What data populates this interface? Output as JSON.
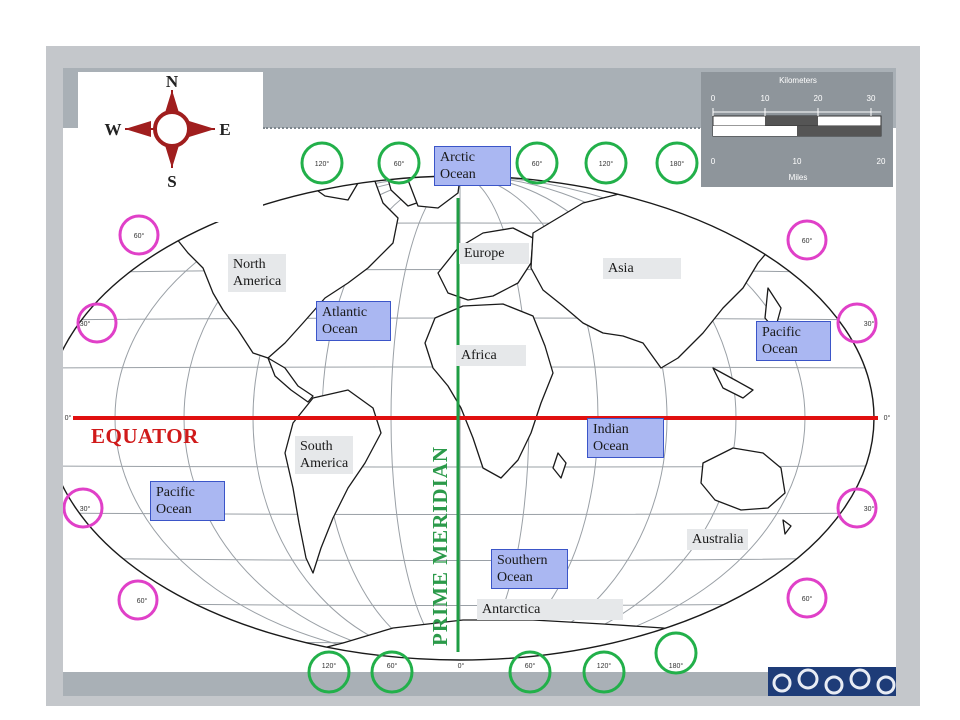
{
  "compass": {
    "north": "N",
    "south": "S",
    "east": "E",
    "west": "W"
  },
  "scale": {
    "km_title": "Kilometers",
    "km_ticks": [
      "0",
      "10",
      "20",
      "30"
    ],
    "mi_title": "Miles",
    "mi_ticks": [
      "0",
      "10",
      "20"
    ]
  },
  "lines": {
    "equator": "EQUATOR",
    "prime_meridian": "PRIME MERIDIAN"
  },
  "continents": {
    "north_america": [
      "North",
      "America"
    ],
    "south_america": [
      "South",
      "America"
    ],
    "europe": "Europe",
    "asia": "Asia",
    "africa": "Africa",
    "australia": "Australia",
    "antarctica": "Antarctica"
  },
  "oceans": {
    "arctic": [
      "Arctic",
      "Ocean"
    ],
    "atlantic": [
      "Atlantic",
      "Ocean"
    ],
    "pacific_east": [
      "Pacific",
      "Ocean"
    ],
    "pacific_west": [
      "Pacific",
      "Ocean"
    ],
    "indian": [
      "Indian",
      "Ocean"
    ],
    "southern": [
      "Southern",
      "Ocean"
    ]
  },
  "longitude_top": [
    "120°",
    "60°",
    "60°",
    "120°",
    "180°"
  ],
  "longitude_bottom": [
    "120°",
    "60°",
    "0°",
    "60°",
    "120°",
    "180°"
  ],
  "latitude_left": [
    "60°",
    "30°",
    "30°",
    "60°"
  ],
  "latitude_right": [
    "60°",
    "30°",
    "30°",
    "60°"
  ],
  "equator_degree": "0°",
  "colors": {
    "equator": "#e01010",
    "prime_meridian": "#1f9e44",
    "longitude_circle": "#22b04a",
    "latitude_circle": "#e040c8",
    "ocean_label": "#aab7f2"
  }
}
